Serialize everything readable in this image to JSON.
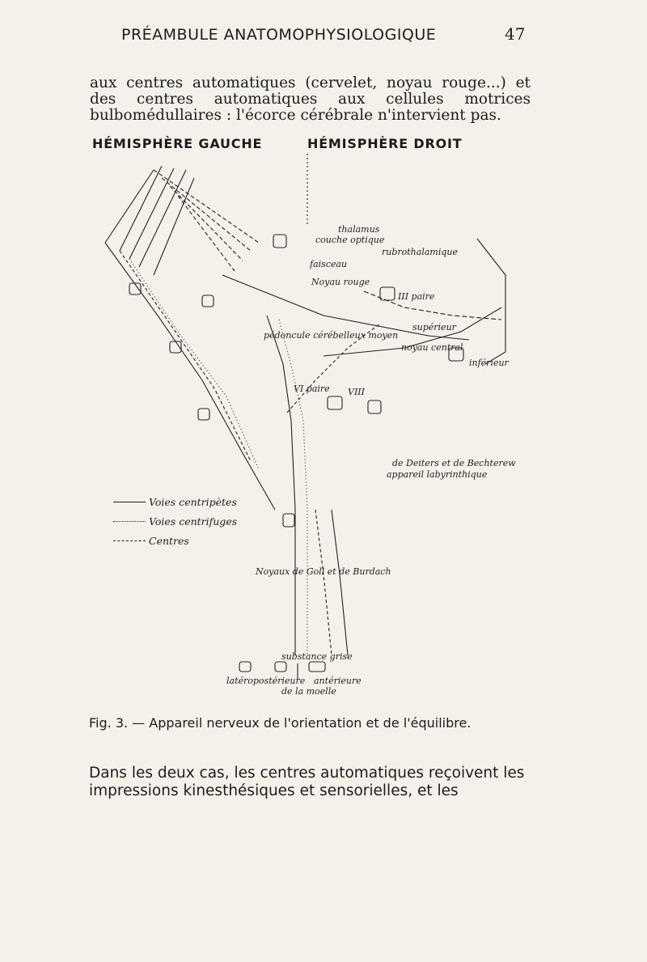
{
  "header": {
    "running_title": "PRÉAMBULE ANATOMOPHYSIOLOGIQUE",
    "page_number": "47"
  },
  "paragraphs": {
    "top": "aux centres automatiques (cervelet, noyau rouge...) et des centres automatiques aux cellules motrices bulbomédul­laires : l'écorce cérébrale n'intervient pas.",
    "bottom": "Dans les deux cas, les centres automatiques reçoivent les impressions kinesthésiques et sensorielles, et les"
  },
  "figure": {
    "heading_left": "HÉMISPHÈRE GAUCHE",
    "heading_right": "HÉMISPHÈRE DROIT",
    "labels": {
      "couche_optique": "couche optique",
      "thalamus": "thalamus",
      "rubrothalamique": "rubrothalamique",
      "faisceau": "faisceau",
      "noyau_rouge": "Noyau rouge",
      "iii_paire": "III paire",
      "pedoncule_cerebelleux_moyen": "pédoncule cérébelleux moyen",
      "superieur": "supérieur",
      "noyau_central": "noyau central",
      "inferieur": "inférieur",
      "vi_paire": "VI paire",
      "viii": "VIII",
      "deiters": "de Deiters et de Bechterew",
      "appareil_labyrinthique": "appareil labyrinthique",
      "noyaux_goll_burdach": "Noyaux de Goll et de Burdach",
      "substance_grise": "substance grise",
      "lateropost": "latéropostérieure",
      "anterieure": "antérieure",
      "de_la_moelle": "de la moelle"
    },
    "legend": [
      {
        "label": "Voies centripètes",
        "style": "solid"
      },
      {
        "label": "Voies centrifuges",
        "style": "dotted"
      },
      {
        "label": "Centres",
        "style": "mixed"
      }
    ]
  },
  "caption": "Fig. 3. — Appareil nerveux de l'orientation et de l'équilibre."
}
